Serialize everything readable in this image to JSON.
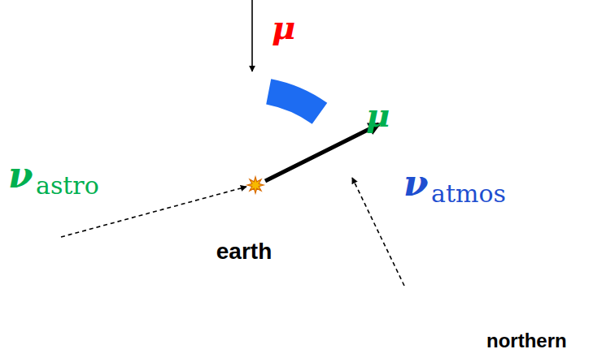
{
  "diagram": {
    "nodes": [
      {
        "text": [
          "earth"
        ]
      }
    ],
    "labels": [
      "μ",
      "μ",
      "ν",
      "astro",
      "ν",
      "atmos",
      "northern"
    ]
  }
}
